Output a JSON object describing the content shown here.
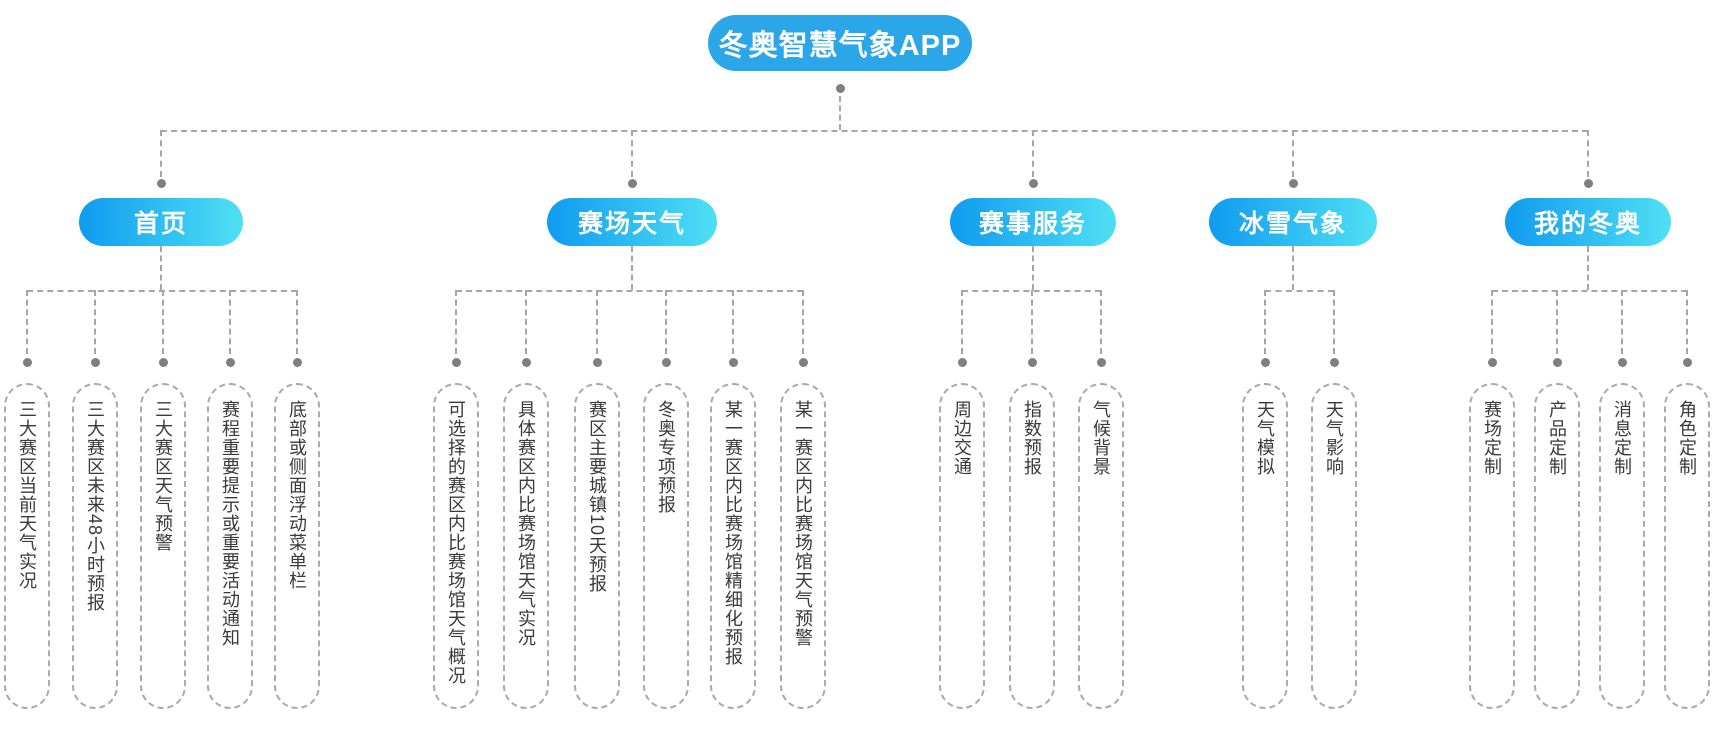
{
  "title": "冬奥智慧气象APP",
  "style": {
    "root_fill": "#2ba7e9",
    "branch_gradient_start": "#0f9bf0",
    "branch_gradient_end": "#4fe0f4",
    "connector_color": "#a6a6a6",
    "dot_color": "#7f7f7f",
    "node_text_color": "#ffffff",
    "leaf_text_color": "#3a3a3a"
  },
  "root": {
    "label": "冬奥智慧气象APP"
  },
  "branches": [
    {
      "label": "首页",
      "children": [
        "三大赛区当前天气实况",
        "三大赛区未来48小时预报",
        "三大赛区天气预警",
        "赛程重要提示或重要活动通知",
        "底部或侧面浮动菜单栏"
      ]
    },
    {
      "label": "赛场天气",
      "children": [
        "可选择的赛区内比赛场馆天气概况",
        "具体赛区内比赛场馆天气实况",
        "赛区主要城镇10天预报",
        "冬奥专项预报",
        "某一赛区内比赛场馆精细化预报",
        "某一赛区内比赛场馆天气预警"
      ]
    },
    {
      "label": "赛事服务",
      "children": [
        "周边交通",
        "指数预报",
        "气候背景"
      ]
    },
    {
      "label": "冰雪气象",
      "children": [
        "天气模拟",
        "天气影响"
      ]
    },
    {
      "label": "我的冬奥",
      "children": [
        "赛场定制",
        "产品定制",
        "消息定制",
        "角色定制"
      ]
    }
  ]
}
